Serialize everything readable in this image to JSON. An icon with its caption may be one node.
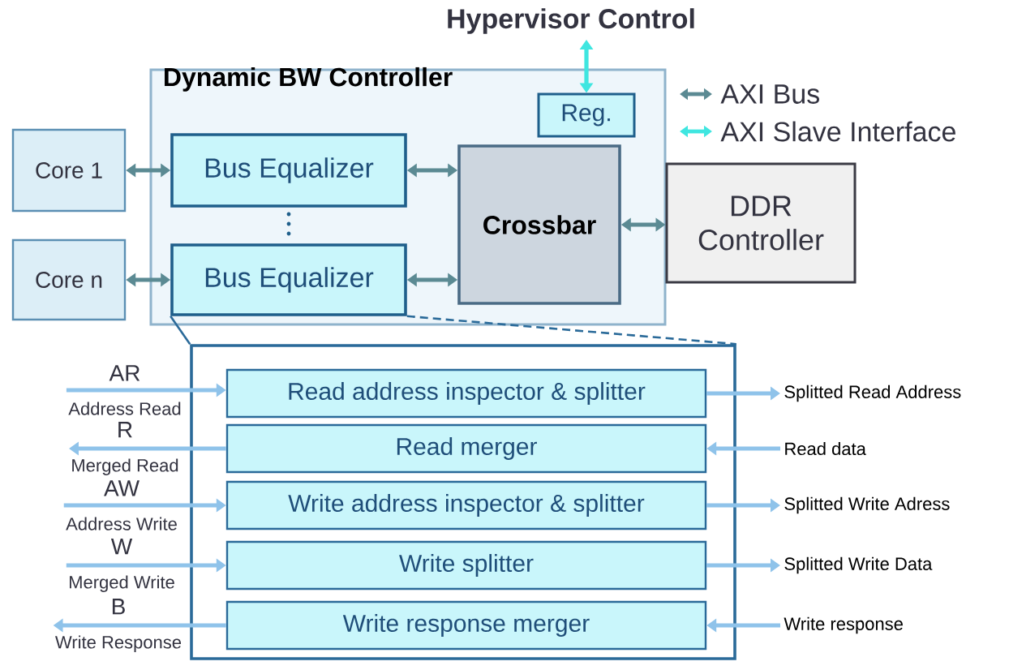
{
  "diagram": {
    "nodes": [
      {
        "text": [
          "Dynamic BW Controller"
        ]
      },
      {
        "text": [
          "Core 1"
        ]
      },
      {
        "text": [
          "Core n"
        ]
      },
      {
        "text": [
          "Bus Equalizer"
        ],
        "in": 0
      },
      {
        "text": [
          "Bus Equalizer"
        ],
        "in": 0
      },
      {
        "text": [
          "Crossbar"
        ],
        "in": 0
      },
      {
        "text": [
          "Reg."
        ],
        "in": 0
      },
      {
        "text": [
          "DDR Controller"
        ]
      },
      {
        "text": [
          "Hypervisor Control"
        ]
      },
      {
        "text": [],
        "shape": "box"
      },
      {
        "text": [
          "Read address inspector & splitter"
        ],
        "in": 9
      },
      {
        "text": [
          "Read merger"
        ],
        "in": 9
      },
      {
        "text": [
          "Write address inspector & splitter"
        ],
        "in": 9
      },
      {
        "text": [
          "Write splitter"
        ],
        "in": 9
      },
      {
        "text": [
          "Write response merger"
        ],
        "in": 9
      },
      {
        "text": [
          "Splitted Read Address"
        ]
      },
      {
        "text": [
          "Read data"
        ]
      },
      {
        "text": [
          "Splitted Write Adress"
        ]
      },
      {
        "text": [
          "Splitted Write Data"
        ]
      },
      {
        "text": [
          "Write response"
        ]
      },
      {
        "text": [
          "AR",
          "Address Read"
        ]
      },
      {
        "text": [
          "R",
          "Merged Read"
        ]
      },
      {
        "text": [
          "AW",
          "Address Write"
        ]
      },
      {
        "text": [
          "W",
          "Merged Write"
        ]
      },
      {
        "text": [
          "B",
          "Write Response"
        ]
      }
    ],
    "edges": [
      {
        "from": 1,
        "to": 3,
        "arrow": "both",
        "color": "#5b8a93"
      },
      {
        "from": 2,
        "to": 4,
        "arrow": "both",
        "color": "#5b8a93"
      },
      {
        "from": 3,
        "to": 5,
        "arrow": "both",
        "color": "#5b8a93"
      },
      {
        "from": 4,
        "to": 5,
        "arrow": "both",
        "color": "#5b8a93"
      },
      {
        "from": 5,
        "to": 7,
        "arrow": "both",
        "color": "#5b8a93"
      },
      {
        "from": 8,
        "to": 6,
        "arrow": "both",
        "color": "#3fe6e0"
      },
      {
        "from": 4,
        "to": 9,
        "arrow": "none",
        "color": "#2a6a99"
      },
      {
        "from": 4,
        "to": 9,
        "arrow": "none",
        "style": "dashed",
        "color": "#2a6a99"
      },
      {
        "from": 20,
        "to": 10,
        "arrow": "to"
      },
      {
        "from": 11,
        "to": 21,
        "arrow": "to"
      },
      {
        "from": 22,
        "to": 12,
        "arrow": "to"
      },
      {
        "from": 23,
        "to": 13,
        "arrow": "to"
      },
      {
        "from": 14,
        "to": 24,
        "arrow": "to"
      },
      {
        "from": 10,
        "to": 15,
        "arrow": "to"
      },
      {
        "from": 16,
        "to": 11,
        "arrow": "to"
      },
      {
        "from": 12,
        "to": 17,
        "arrow": "to"
      },
      {
        "from": 13,
        "to": 18,
        "arrow": "to"
      },
      {
        "from": 19,
        "to": 14,
        "arrow": "to"
      }
    ],
    "legend": [
      {
        "text": "AXI Bus"
      },
      {
        "text": "AXI Slave Interface"
      }
    ]
  }
}
